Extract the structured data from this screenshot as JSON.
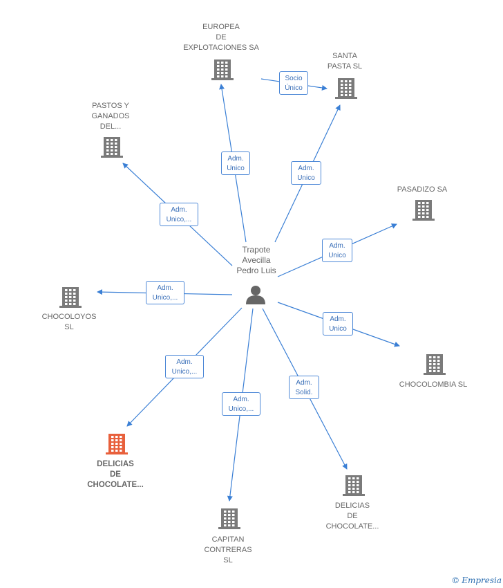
{
  "center": {
    "name": "Trapote\nAvecilla\nPedro Luis",
    "icon": "person-icon",
    "color": "#666666"
  },
  "colors": {
    "edge": "#3a7fd5",
    "company": "#7a7a7a",
    "company_highlight": "#e8603c"
  },
  "companies": [
    {
      "id": "europea",
      "name": "EUROPEA\nDE\nEXPLOTACIONES SA",
      "highlight": false,
      "icon": "building-icon"
    },
    {
      "id": "santa-pasta",
      "name": "SANTA\nPASTA SL",
      "highlight": false,
      "icon": "building-icon"
    },
    {
      "id": "pastos",
      "name": "PASTOS Y\nGANADOS\nDEL...",
      "highlight": false,
      "icon": "building-icon"
    },
    {
      "id": "pasadizo",
      "name": "PASADIZO SA",
      "highlight": false,
      "icon": "building-icon"
    },
    {
      "id": "chocoloyos",
      "name": "CHOCOLOYOS\nSL",
      "highlight": false,
      "icon": "building-icon"
    },
    {
      "id": "chocolombia",
      "name": "CHOCOLOMBIA SL",
      "highlight": false,
      "icon": "building-icon"
    },
    {
      "id": "delicias-1",
      "name": "DELICIAS\nDE\nCHOCOLATE...",
      "highlight": true,
      "icon": "building-icon"
    },
    {
      "id": "capitan",
      "name": "CAPITAN\nCONTRERAS\nSL",
      "highlight": false,
      "icon": "building-icon"
    },
    {
      "id": "delicias-2",
      "name": "DELICIAS\nDE\nCHOCOLATE...",
      "highlight": false,
      "icon": "building-icon"
    }
  ],
  "edges": [
    {
      "from": "center",
      "to": "europea",
      "label": "Adm.\nUnico"
    },
    {
      "from": "center",
      "to": "santa-pasta",
      "label": "Adm.\nUnico"
    },
    {
      "from": "center",
      "to": "pastos",
      "label": "Adm.\nUnico,..."
    },
    {
      "from": "center",
      "to": "pasadizo",
      "label": "Adm.\nUnico"
    },
    {
      "from": "center",
      "to": "chocoloyos",
      "label": "Adm.\nUnico,..."
    },
    {
      "from": "center",
      "to": "chocolombia",
      "label": "Adm.\nUnico"
    },
    {
      "from": "center",
      "to": "delicias-1",
      "label": "Adm.\nUnico,..."
    },
    {
      "from": "center",
      "to": "capitan",
      "label": "Adm.\nUnico,..."
    },
    {
      "from": "center",
      "to": "delicias-2",
      "label": "Adm.\nSolid."
    },
    {
      "from": "europea",
      "to": "santa-pasta",
      "label": "Socio\nÚnico"
    }
  ],
  "credit": {
    "symbol": "©",
    "text": "Empresia"
  }
}
